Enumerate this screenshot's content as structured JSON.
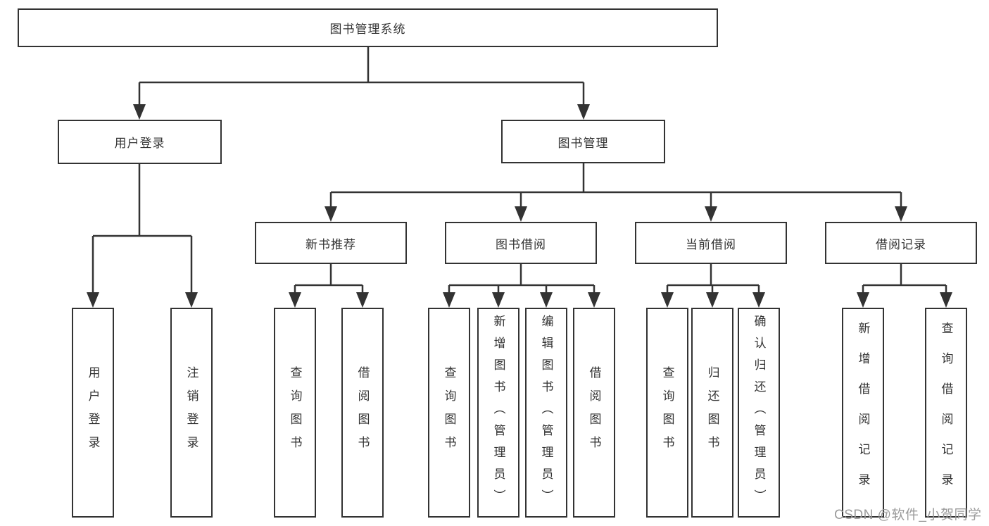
{
  "diagram": {
    "root": "图书管理系统",
    "branches": [
      {
        "label": "用户登录",
        "children": [
          {
            "label": "用户登录"
          },
          {
            "label": "注销登录"
          }
        ]
      },
      {
        "label": "图书管理",
        "children": [
          {
            "label": "新书推荐",
            "children": [
              {
                "label": "查询图书"
              },
              {
                "label": "借阅图书"
              }
            ]
          },
          {
            "label": "图书借阅",
            "children": [
              {
                "label": "查询图书"
              },
              {
                "label": "新增图书（管理员）"
              },
              {
                "label": "编辑图书（管理员）"
              },
              {
                "label": "借阅图书"
              }
            ]
          },
          {
            "label": "当前借阅",
            "children": [
              {
                "label": "查询图书"
              },
              {
                "label": "归还图书"
              },
              {
                "label": "确认归还（管理员）"
              }
            ]
          },
          {
            "label": "借阅记录",
            "children": [
              {
                "label": "新增借阅记录"
              },
              {
                "label": "查询借阅记录"
              }
            ]
          }
        ]
      }
    ],
    "watermark": "CSDN @软件_小贺同学",
    "colors": {
      "line": "#333333",
      "text": "#333333",
      "box_background": "#ffffff",
      "watermark": "#9b9b9b"
    }
  }
}
